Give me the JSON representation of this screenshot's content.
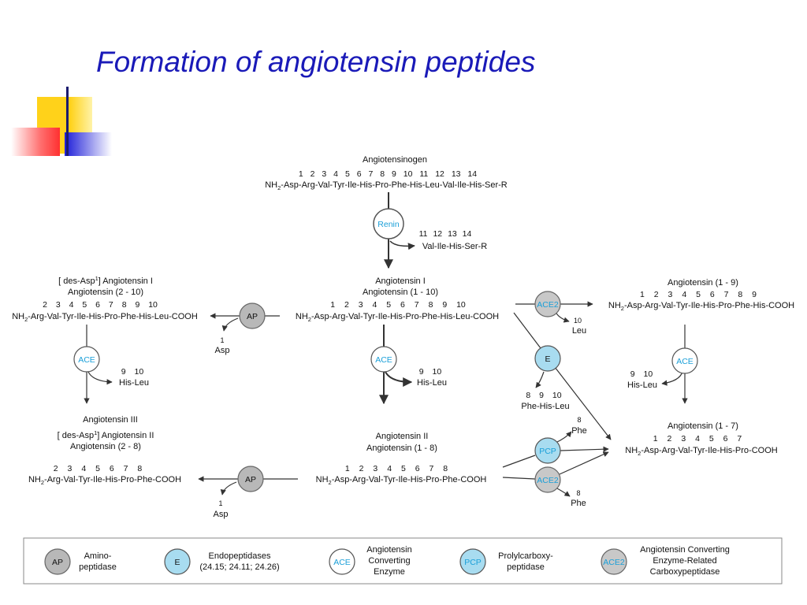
{
  "title": "Formation of angiotensin peptides",
  "colors": {
    "title": "#1a1ab8",
    "ap": "#b8b8b8",
    "e": "#a8dcf0",
    "ace": "#ffffff",
    "pcp": "#a8dcf0",
    "ace2": "#c8c8c8",
    "enzyme_text": "#1a9fd8"
  },
  "angiotensinogen": {
    "name": "Angiotensinogen",
    "numbers": [
      "1",
      "2",
      "3",
      "4",
      "5",
      "6",
      "7",
      "8",
      "9",
      "10",
      "11",
      "12",
      "13",
      "14"
    ],
    "sequence": "Asp-Arg-Val-Tyr-Ile-His-Pro-Phe-His-Leu-Val-Ile-His-Ser-R"
  },
  "nh2": {
    "nh": "NH",
    "sub": "2",
    "dash": "-"
  },
  "renin": {
    "label": "Renin",
    "fragment_numbers": [
      "11",
      "12",
      "13",
      "14"
    ],
    "fragment": "Val-Ile-His-Ser-R"
  },
  "ang_i": {
    "name": "Angiotensin I",
    "range": "Angiotensin (1 - 10)",
    "numbers": [
      "1",
      "2",
      "3",
      "4",
      "5",
      "6",
      "7",
      "8",
      "9",
      "10"
    ],
    "sequence": "Asp-Arg-Val-Tyr-Ile-His-Pro-Phe-His-Leu-COOH"
  },
  "des_asp_ang_i": {
    "name_pre": "[ des-Asp",
    "name_sup": "1",
    "name_post": "] Angiotensin I",
    "range": "Angiotensin (2 - 10)",
    "numbers": [
      "2",
      "3",
      "4",
      "5",
      "6",
      "7",
      "8",
      "9",
      "10"
    ],
    "sequence": "Arg-Val-Tyr-Ile-His-Pro-Phe-His-Leu-COOH"
  },
  "ang_1_9": {
    "name": "Angiotensin (1 - 9)",
    "numbers": [
      "1",
      "2",
      "3",
      "4",
      "5",
      "6",
      "7",
      "8",
      "9"
    ],
    "sequence": "Asp-Arg-Val-Tyr-Ile-His-Pro-Phe-His-COOH"
  },
  "ang_ii": {
    "name": "Angiotensin II",
    "range": "Angiotensin (1 - 8)",
    "numbers": [
      "1",
      "2",
      "3",
      "4",
      "5",
      "6",
      "7",
      "8"
    ],
    "sequence": "Asp-Arg-Val-Tyr-Ile-His-Pro-Phe-COOH"
  },
  "ang_iii": {
    "name": "Angiotensin III",
    "name2_pre": "[ des-Asp",
    "name2_sup": "1",
    "name2_post": "] Angiotensin II",
    "range": "Angiotensin (2 - 8)",
    "numbers": [
      "2",
      "3",
      "4",
      "5",
      "6",
      "7",
      "8"
    ],
    "sequence": "Arg-Val-Tyr-Ile-His-Pro-Phe-COOH"
  },
  "ang_1_7": {
    "name": "Angiotensin (1 - 7)",
    "numbers": [
      "1",
      "2",
      "3",
      "4",
      "5",
      "6",
      "7"
    ],
    "sequence": "Asp-Arg-Val-Tyr-Ile-His-Pro-COOH"
  },
  "enzymes": {
    "ap": "AP",
    "e": "E",
    "ace": "ACE",
    "pcp": "PCP",
    "ace2": "ACE2"
  },
  "products": {
    "asp": {
      "num": "1",
      "name": "Asp"
    },
    "his_leu": {
      "nums": [
        "9",
        "10"
      ],
      "name": "His-Leu"
    },
    "leu": {
      "num": "10",
      "name": "Leu"
    },
    "phe_his_leu": {
      "nums": [
        "8",
        "9",
        "10"
      ],
      "name": "Phe-His-Leu"
    },
    "phe": {
      "num": "8",
      "name": "Phe"
    }
  },
  "legend": [
    {
      "abbr": "AP",
      "lines": [
        "Amino-",
        "peptidase"
      ]
    },
    {
      "abbr": "E",
      "lines": [
        "Endopeptidases",
        "(24.15; 24.11; 24.26)"
      ]
    },
    {
      "abbr": "ACE",
      "lines": [
        "Angiotensin",
        "Converting",
        "Enzyme"
      ]
    },
    {
      "abbr": "PCP",
      "lines": [
        "Prolylcarboxy-",
        "peptidase"
      ]
    },
    {
      "abbr": "ACE2",
      "lines": [
        "Angiotensin Converting",
        "Enzyme-Related",
        "Carboxypeptidase"
      ]
    }
  ]
}
